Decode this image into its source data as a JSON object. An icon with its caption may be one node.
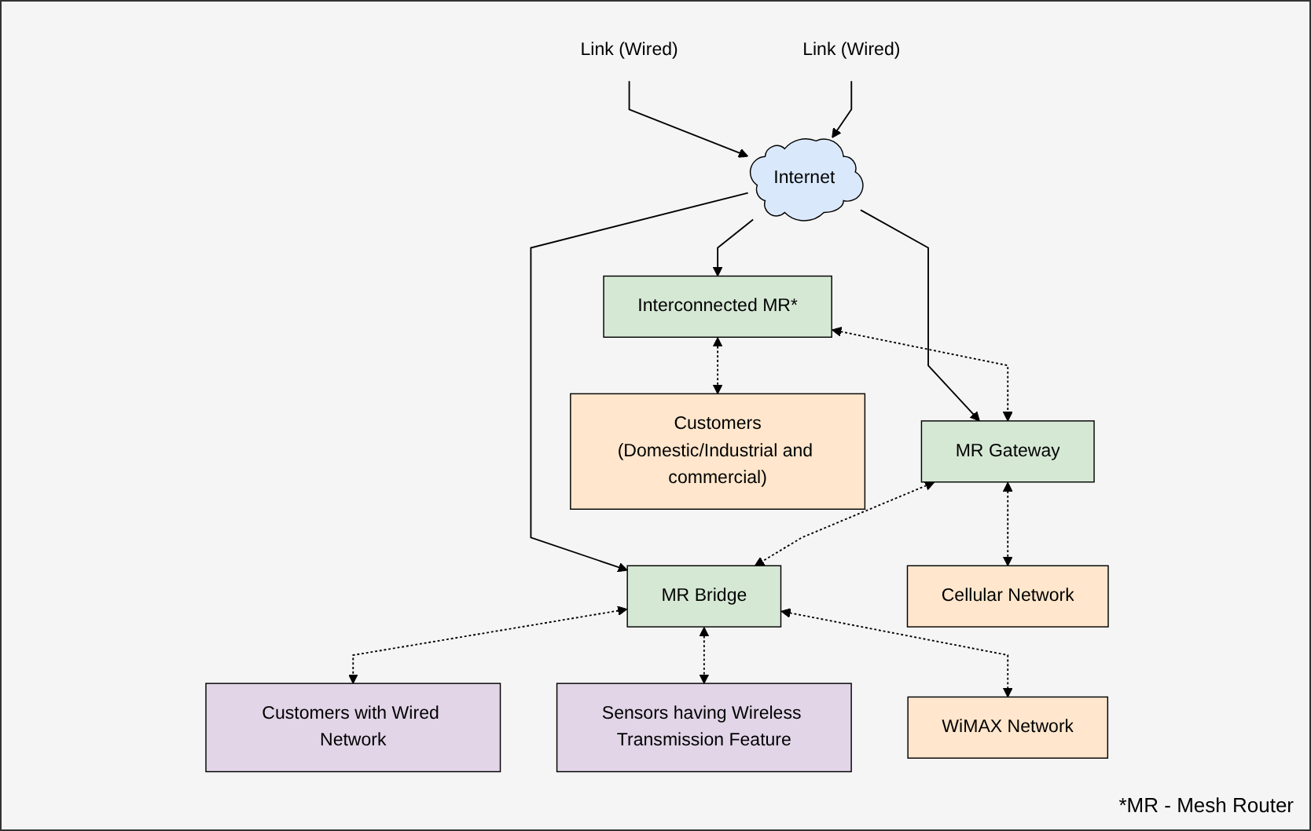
{
  "diagram": {
    "nodes": [
      {
        "text": [
          "Link (Wired)"
        ]
      },
      {
        "text": [
          "Internet"
        ]
      },
      {
        "text": [
          "Link (Wired)"
        ]
      },
      {
        "text": [
          "Customers with Wired Network"
        ]
      },
      {
        "text": [
          "Interconnected MR*"
        ]
      },
      {
        "text": [
          "MR Gateway"
        ]
      },
      {
        "text": [
          "MR Bridge"
        ]
      },
      {
        "text": [
          "Sensors having Wireless Transmission Feature"
        ]
      },
      {
        "text": [
          "Customers",
          "(Domestic/Industrial and commercial)"
        ]
      },
      {
        "text": [
          "Cellular Network"
        ]
      },
      {
        "text": [
          "WiMAX Network"
        ]
      }
    ],
    "edges": [
      {
        "from": 0,
        "to": 1,
        "arrow": "to"
      },
      {
        "from": 2,
        "to": 1,
        "arrow": "to"
      },
      {
        "from": 1,
        "to": 4,
        "arrow": "to"
      },
      {
        "from": 1,
        "to": 5,
        "arrow": "to"
      },
      {
        "from": 1,
        "to": 6,
        "arrow": "to"
      },
      {
        "from": 6,
        "to": 3,
        "arrow": "both",
        "style": "dashed"
      },
      {
        "from": 4,
        "to": 5,
        "arrow": "both",
        "style": "dashed"
      },
      {
        "from": 5,
        "to": 6,
        "arrow": "both",
        "style": "dashed"
      },
      {
        "from": 6,
        "to": 7,
        "arrow": "both",
        "style": "dashed"
      },
      {
        "from": 4,
        "to": 8,
        "arrow": "both",
        "style": "dashed"
      },
      {
        "from": 5,
        "to": 9,
        "arrow": "both",
        "style": "dashed"
      },
      {
        "from": 6,
        "to": 10,
        "arrow": "both",
        "style": "dashed"
      }
    ],
    "labels": [
      "*MR - Mesh Router"
    ]
  }
}
